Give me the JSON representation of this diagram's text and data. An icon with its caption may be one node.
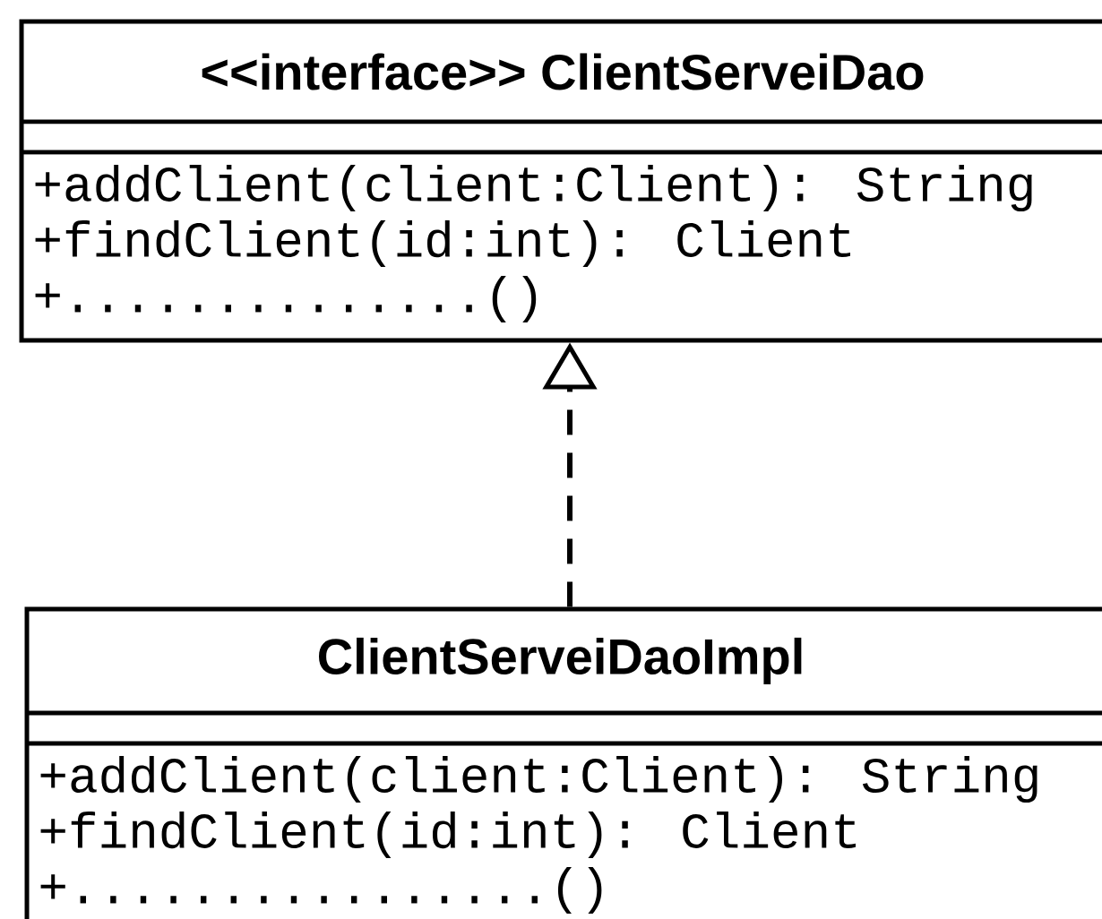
{
  "diagram": {
    "nodes": [
      {
        "text": [
          "<<interface>> ClientServeiDao",
          "+addClient(client:Client): String",
          "+findClient(id:int): Client",
          "+..............()"
        ]
      },
      {
        "text": [
          "ClientServeiDaoImpl",
          "+addClient(client:Client): String",
          "+findClient(id:int): Client",
          "+................()"
        ]
      }
    ],
    "edges": [
      {
        "from": 1,
        "to": 0,
        "arrow": "to",
        "style": "dashed"
      }
    ]
  }
}
